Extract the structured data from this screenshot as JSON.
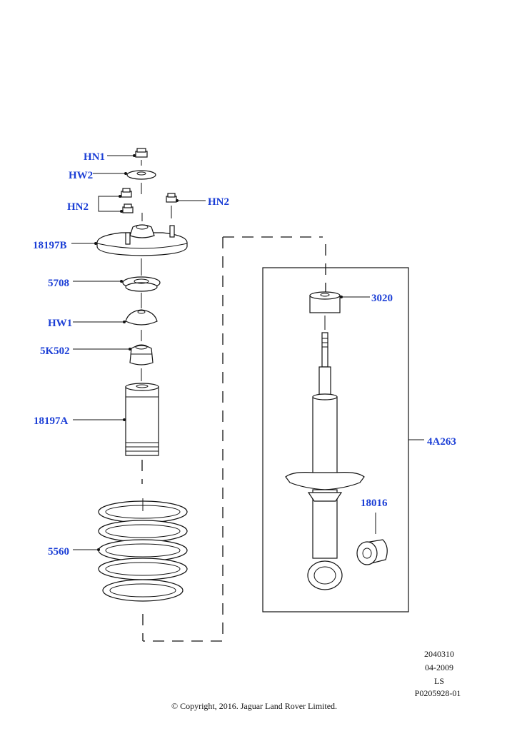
{
  "callouts": {
    "hn1": "HN1",
    "hw2": "HW2",
    "hn2_left": "HN2",
    "hn2_right": "HN2",
    "mount_18197b": "18197B",
    "p5708": "5708",
    "hw1": "HW1",
    "p5k502": "5K502",
    "boot_18197a": "18197A",
    "spring_5560": "5560",
    "p3020": "3020",
    "assy_4a263": "4A263",
    "bush_18016": "18016"
  },
  "meta": {
    "code": "2040310",
    "date": "04-2009",
    "market": "LS",
    "ref": "P0205928-01",
    "copyright": "© Copyright, 2016. Jaguar Land Rover Limited."
  },
  "colors": {
    "callout": "#1c3fd6",
    "line": "#111111"
  }
}
